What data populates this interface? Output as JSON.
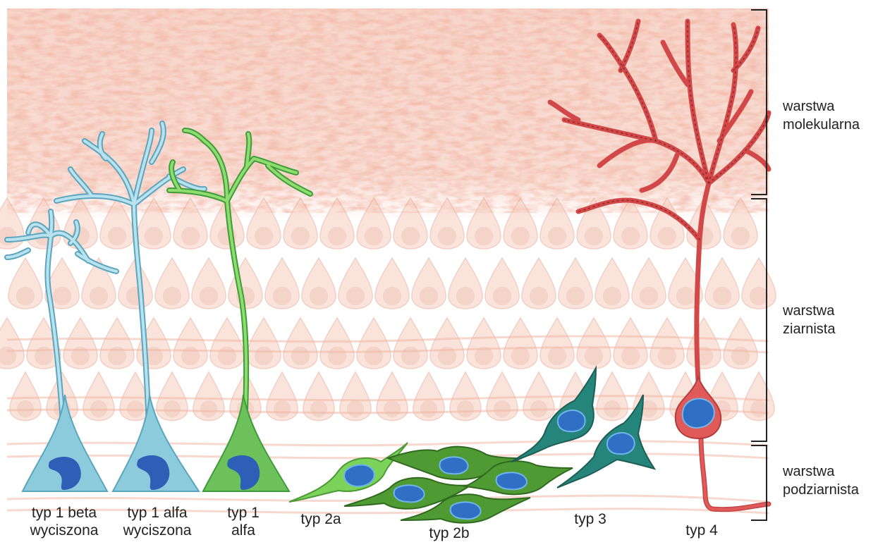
{
  "layers": [
    {
      "line1": "warstwa",
      "line2": "molekularna"
    },
    {
      "line1": "warstwa",
      "line2": "ziarnista"
    },
    {
      "line1": "warstwa",
      "line2": "podziarnista"
    }
  ],
  "cell_labels": [
    {
      "line1": "typ 1 beta",
      "line2": "wyciszona"
    },
    {
      "line1": "typ 1 alfa",
      "line2": "wyciszona"
    },
    {
      "line1": "typ 1",
      "line2": "alfa"
    },
    {
      "line1": "typ 2a",
      "line2": ""
    },
    {
      "line1": "typ 2b",
      "line2": ""
    },
    {
      "line1": "typ 3",
      "line2": ""
    },
    {
      "line1": "typ 4",
      "line2": ""
    }
  ],
  "colors": {
    "molecular_layer": "#e8a08c",
    "granule_cells": "#f3c2b0",
    "type1_silenced": "#8ccbdc",
    "type1_alpha": "#6cc15a",
    "type2a": "#7bd35a",
    "type2b": "#4f9a33",
    "type3": "#25857a",
    "type4": "#e05a5a",
    "nucleus": "#2f6fc4"
  }
}
